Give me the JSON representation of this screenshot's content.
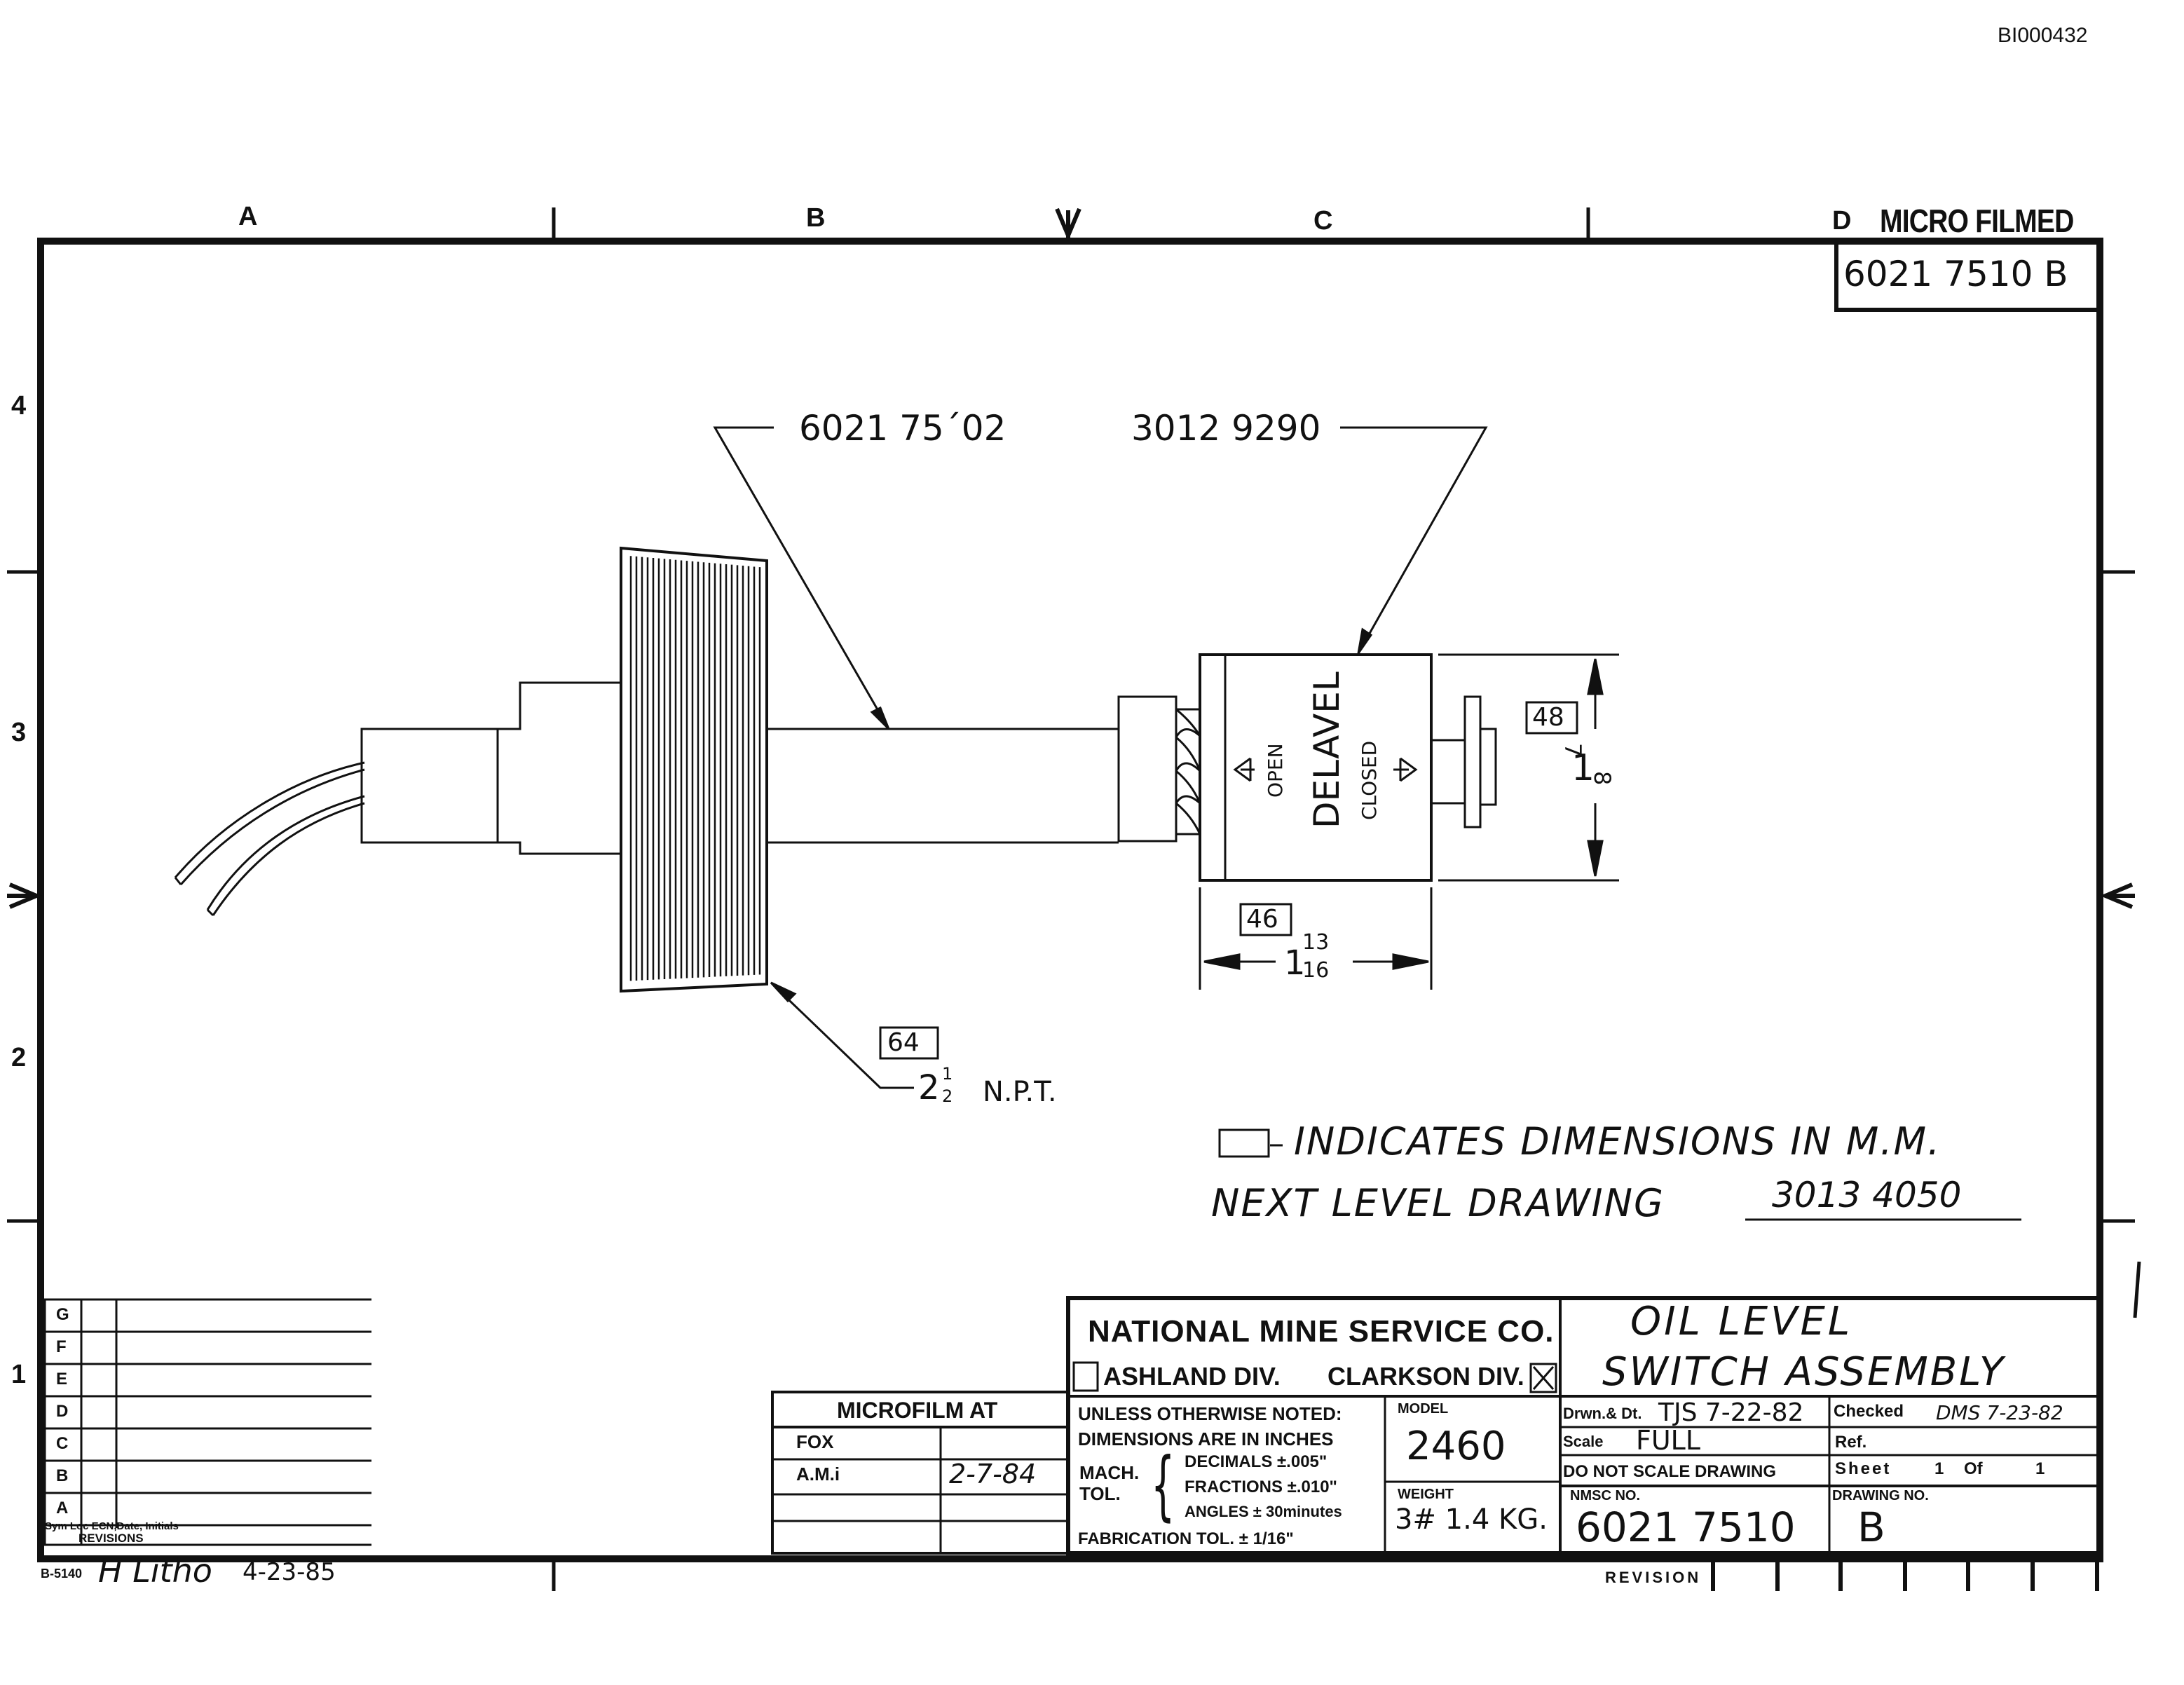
{
  "doc_id": "BI000432",
  "microfilmed_stamp": "MICRO FILMED",
  "corner_box_number": "6021 7510 B",
  "zone_columns": [
    "A",
    "B",
    "C",
    "D"
  ],
  "zone_rows": [
    "4",
    "3",
    "2",
    "1"
  ],
  "callouts": {
    "part_a": "6021 75´02",
    "part_b": "3012 9290",
    "mm_48": "48",
    "dim_height_whole": "1",
    "dim_height_num": "7",
    "dim_height_den": "8",
    "mm_46": "46",
    "dim_length_whole": "1",
    "dim_length_num": "13",
    "dim_length_den": "16",
    "mm_64": "64",
    "npt_whole": "2",
    "npt_num": "1",
    "npt_den": "2",
    "npt_label": "N.P.T."
  },
  "switch_labels": {
    "brand": "DELAVEL",
    "open": "OPEN",
    "closed": "CLOSED"
  },
  "notes": {
    "dim_note": "INDICATES DIMENSIONS IN M.M.",
    "next_level_label": "NEXT LEVEL DRAWING",
    "next_level_value": "3013 4050"
  },
  "revisions": {
    "letters": [
      "G",
      "F",
      "E",
      "D",
      "C",
      "B",
      "A"
    ],
    "footer_line1": "Sym Loc ECN,Date, Initials",
    "footer_line2": "REVISIONS"
  },
  "microfilm": {
    "header": "MICROFILM AT",
    "row1_label": "FOX",
    "row2_label": "A.M.i",
    "row2_date": "2-7-84"
  },
  "title_block": {
    "company": "NATIONAL MINE SERVICE CO.",
    "div_left": "ASHLAND DIV.",
    "div_right": "CLARKSON DIV.",
    "title_line1": "OIL LEVEL",
    "title_line2": "SWITCH ASSEMBLY",
    "tol_line1": "UNLESS OTHERWISE NOTED:",
    "tol_line2": "DIMENSIONS ARE IN INCHES",
    "mach_tol": "MACH.",
    "mach_tol2": "TOL.",
    "decimals": "DECIMALS ±.005\"",
    "fractions": "FRACTIONS ±.010\"",
    "angles": "ANGLES ± 30minutes",
    "fab_tol": "FABRICATION TOL. ± 1/16\"",
    "model_label": "MODEL",
    "model_value": "2460",
    "weight_label": "WEIGHT",
    "weight_value": "3# 1.4 KG.",
    "drawn_label": "Drwn.& Dt.",
    "drawn_value": "TJS 7-22-82",
    "checked_label": "Checked",
    "checked_value": "DMS 7-23-82",
    "scale_label": "Scale",
    "scale_value": "FULL",
    "ref_label": "Ref.",
    "do_not_scale": "DO NOT SCALE DRAWING",
    "sheet_label": "Sheet",
    "sheet_value": "1",
    "of_label": "Of",
    "of_value": "1",
    "nmsc_label": "NMSC NO.",
    "nmsc_value": "6021 7510",
    "drawing_no_label": "DRAWING NO.",
    "drawing_no_value": "B",
    "revision_label": "REVISION"
  },
  "bottom_left": {
    "form_no": "B-5140",
    "litho_signature": "H Litho",
    "litho_date": "4-23-85"
  }
}
